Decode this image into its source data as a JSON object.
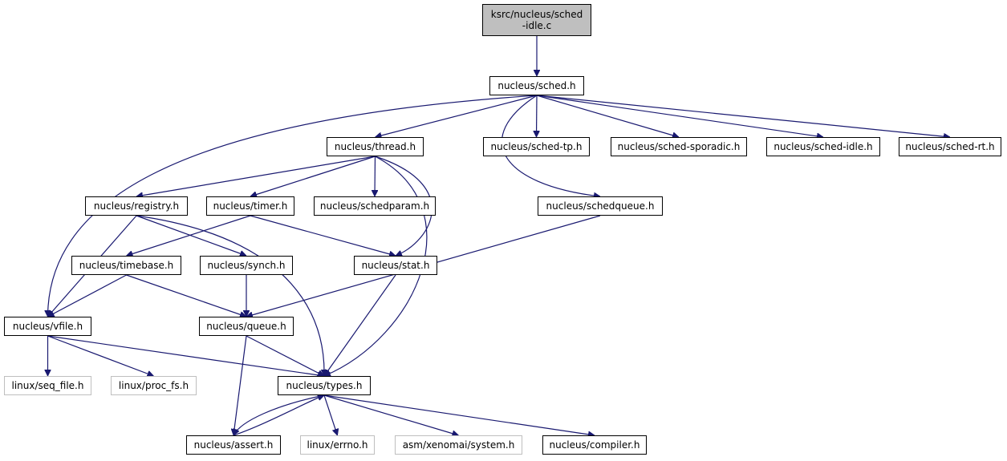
{
  "colors": {
    "edge": "#191970",
    "root_fill": "#bfbfbf",
    "external_border": "#bfbfbf",
    "node_border": "#000000"
  },
  "nodes": {
    "root": {
      "label_line1": "ksrc/nucleus/sched",
      "label_line2": "-idle.c"
    },
    "sched_h": {
      "label": "nucleus/sched.h"
    },
    "thread_h": {
      "label": "nucleus/thread.h"
    },
    "sched_tp_h": {
      "label": "nucleus/sched-tp.h"
    },
    "sched_sporadic_h": {
      "label": "nucleus/sched-sporadic.h"
    },
    "sched_idle_h": {
      "label": "nucleus/sched-idle.h"
    },
    "sched_rt_h": {
      "label": "nucleus/sched-rt.h"
    },
    "registry_h": {
      "label": "nucleus/registry.h"
    },
    "timer_h": {
      "label": "nucleus/timer.h"
    },
    "schedparam_h": {
      "label": "nucleus/schedparam.h"
    },
    "schedqueue_h": {
      "label": "nucleus/schedqueue.h"
    },
    "timebase_h": {
      "label": "nucleus/timebase.h"
    },
    "synch_h": {
      "label": "nucleus/synch.h"
    },
    "stat_h": {
      "label": "nucleus/stat.h"
    },
    "vfile_h": {
      "label": "nucleus/vfile.h"
    },
    "queue_h": {
      "label": "nucleus/queue.h"
    },
    "seq_file_h": {
      "label": "linux/seq_file.h"
    },
    "proc_fs_h": {
      "label": "linux/proc_fs.h"
    },
    "types_h": {
      "label": "nucleus/types.h"
    },
    "assert_h": {
      "label": "nucleus/assert.h"
    },
    "errno_h": {
      "label": "linux/errno.h"
    },
    "system_h": {
      "label": "asm/xenomai/system.h"
    },
    "compiler_h": {
      "label": "nucleus/compiler.h"
    }
  },
  "edges": [
    [
      "root",
      "sched_h"
    ],
    [
      "sched_h",
      "thread_h"
    ],
    [
      "sched_h",
      "sched_tp_h"
    ],
    [
      "sched_h",
      "sched_sporadic_h"
    ],
    [
      "sched_h",
      "sched_idle_h"
    ],
    [
      "sched_h",
      "sched_rt_h"
    ],
    [
      "sched_h",
      "schedqueue_h"
    ],
    [
      "sched_h",
      "vfile_h"
    ],
    [
      "thread_h",
      "registry_h"
    ],
    [
      "thread_h",
      "timer_h"
    ],
    [
      "thread_h",
      "schedparam_h"
    ],
    [
      "thread_h",
      "stat_h"
    ],
    [
      "thread_h",
      "types_h"
    ],
    [
      "registry_h",
      "vfile_h"
    ],
    [
      "registry_h",
      "synch_h"
    ],
    [
      "registry_h",
      "types_h"
    ],
    [
      "timer_h",
      "timebase_h"
    ],
    [
      "timer_h",
      "stat_h"
    ],
    [
      "schedqueue_h",
      "queue_h"
    ],
    [
      "timebase_h",
      "vfile_h"
    ],
    [
      "timebase_h",
      "queue_h"
    ],
    [
      "synch_h",
      "queue_h"
    ],
    [
      "stat_h",
      "types_h"
    ],
    [
      "vfile_h",
      "seq_file_h"
    ],
    [
      "vfile_h",
      "proc_fs_h"
    ],
    [
      "vfile_h",
      "types_h"
    ],
    [
      "queue_h",
      "types_h"
    ],
    [
      "queue_h",
      "assert_h"
    ],
    [
      "types_h",
      "assert_h"
    ],
    [
      "assert_h",
      "types_h"
    ],
    [
      "types_h",
      "errno_h"
    ],
    [
      "types_h",
      "system_h"
    ],
    [
      "types_h",
      "compiler_h"
    ]
  ]
}
